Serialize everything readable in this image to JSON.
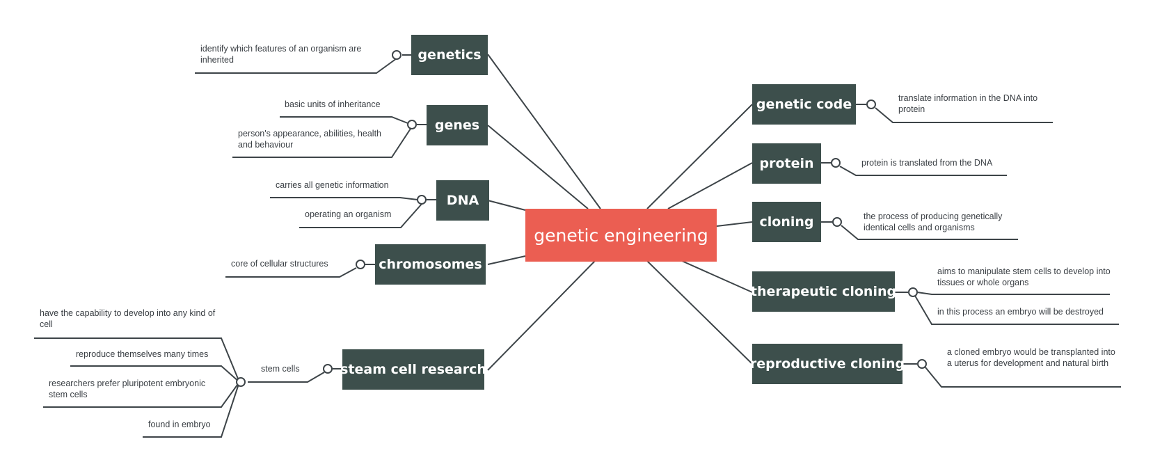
{
  "diagram": {
    "type": "mind-map",
    "center": {
      "label": "genetic engineering",
      "color": "#eb5e52"
    },
    "node_color": "#3d4f4c",
    "left_branches": [
      {
        "label": "genetics",
        "children": [
          "identify which features of an organism are inherited"
        ]
      },
      {
        "label": "genes",
        "children": [
          "basic units of inheritance",
          "person's appearance, abilities, health and behaviour"
        ]
      },
      {
        "label": "DNA",
        "children": [
          "carries all genetic information",
          "operating an organism"
        ]
      },
      {
        "label": "chromosomes",
        "children": [
          "core of cellular structures"
        ]
      },
      {
        "label": "steam cell research",
        "sub": "stem cells",
        "children": [
          "have the capability to develop into any kind of cell",
          "reproduce themselves many times",
          "researchers prefer pluripotent embryonic stem cells",
          "found in embryo"
        ]
      }
    ],
    "right_branches": [
      {
        "label": "genetic code",
        "children": [
          "translate information in the DNA into protein"
        ]
      },
      {
        "label": "protein",
        "children": [
          "protein is translated from the DNA"
        ]
      },
      {
        "label": "cloning",
        "children": [
          "the process of producing genetically identical cells and organisms"
        ]
      },
      {
        "label": "therapeutic cloning",
        "children": [
          "aims to manipulate stem cells to develop into tissues or whole organs",
          "in this process an embryo will be destroyed"
        ]
      },
      {
        "label": "reproductive cloning",
        "children": [
          "a cloned embryo would be transplanted into a uterus for development and natural birth"
        ]
      }
    ]
  }
}
